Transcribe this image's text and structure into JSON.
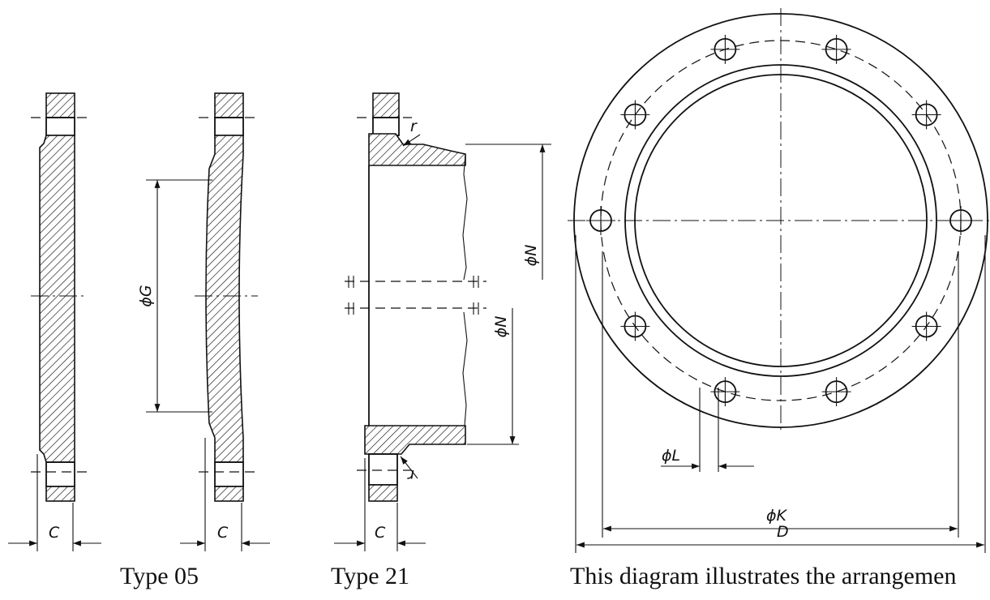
{
  "labels": {
    "c1": "C",
    "c2": "C",
    "c3": "C",
    "phi_g": "ϕG",
    "phi_n_top": "ϕN",
    "phi_n_bottom": "ϕN",
    "phi_l": "ϕL",
    "phi_k": "ϕK",
    "d": "D",
    "r_top": "r",
    "r_bottom": "r"
  },
  "captions": {
    "type_05": "Type 05",
    "type_21": "Type 21",
    "arrangement": "This diagram illustrates the arrangemen"
  },
  "bolt_holes": {
    "count": 10
  }
}
